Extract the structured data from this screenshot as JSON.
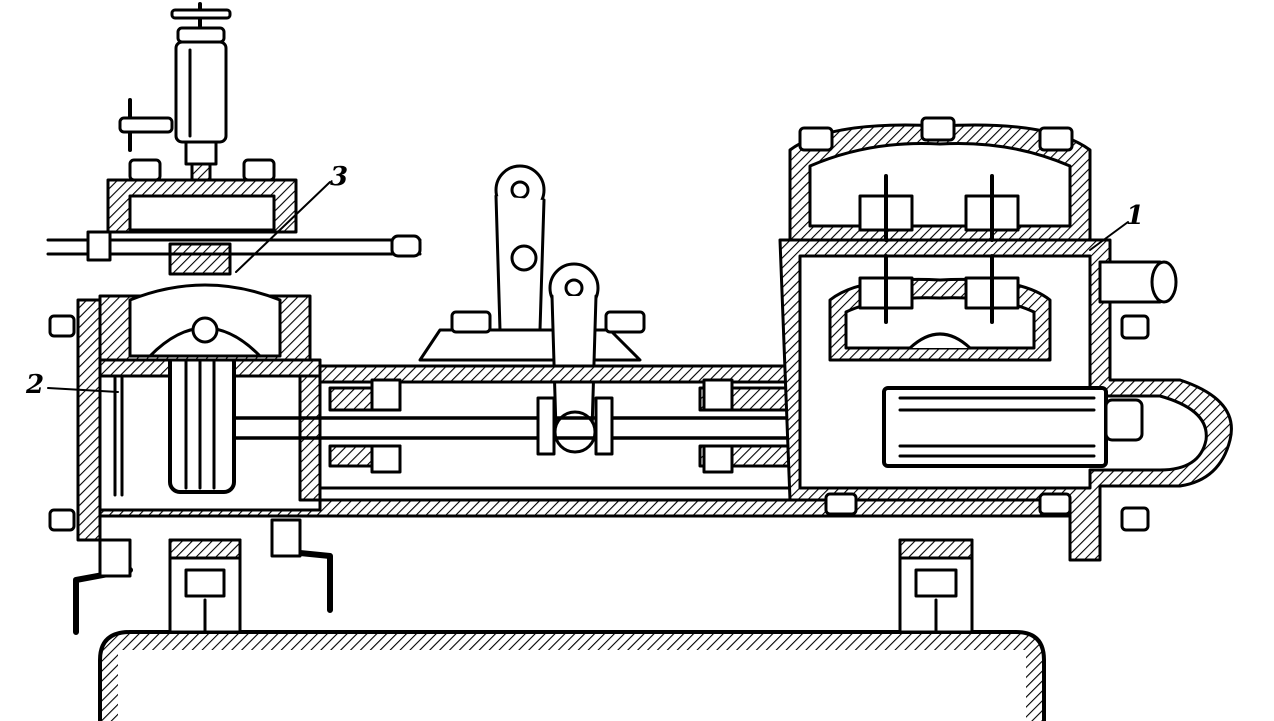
{
  "figure": {
    "labels": [
      {
        "id": "callout-1",
        "text": "1"
      },
      {
        "id": "callout-2",
        "text": "2"
      },
      {
        "id": "callout-3",
        "text": "3"
      }
    ]
  },
  "colors": {
    "ink": "#000000",
    "paper": "#ffffff"
  }
}
